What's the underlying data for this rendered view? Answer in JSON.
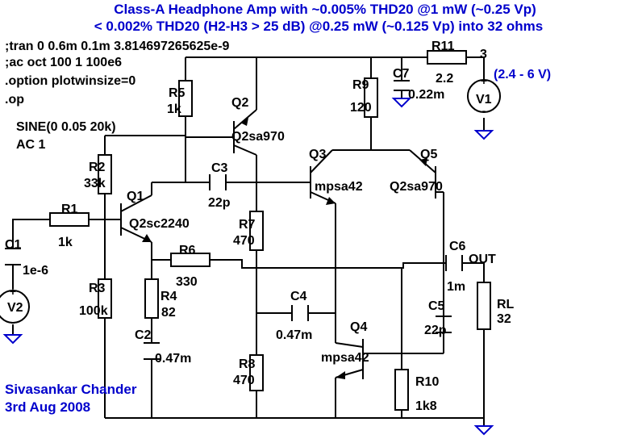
{
  "header": {
    "line1": "Class-A Headphone Amp with ~0.005% THD20 @1 mW (~0.25 Vp)",
    "line2": "< 0.002% THD20 (H2-H3 > 25 dB) @0.25 mW (~0.125 Vp) into 32 ohms"
  },
  "directives": [
    ";tran 0 0.6m 0.1m 3.814697265625e-9",
    ";ac oct 100 1 100e6",
    ".option plotwinsize=0",
    ".op"
  ],
  "source_spec": {
    "sine": "SINE(0 0.05 20k)",
    "ac": "AC 1"
  },
  "supply_note": "(2.4 - 6 V)",
  "node_labels": {
    "n3": "3",
    "out": "OUT"
  },
  "components": {
    "R1": {
      "name": "R1",
      "value": "1k"
    },
    "R2": {
      "name": "R2",
      "value": "33k"
    },
    "R3": {
      "name": "R3",
      "value": "100k"
    },
    "R4": {
      "name": "R4",
      "value": "82"
    },
    "R5": {
      "name": "R5",
      "value": "1k"
    },
    "R6": {
      "name": "R6",
      "value": "330"
    },
    "R7": {
      "name": "R7",
      "value": "470"
    },
    "R8": {
      "name": "R8",
      "value": "470"
    },
    "R9": {
      "name": "R9",
      "value": "120"
    },
    "R10": {
      "name": "R10",
      "value": "1k8"
    },
    "R11": {
      "name": "R11",
      "value": "2.2"
    },
    "RL": {
      "name": "RL",
      "value": "32"
    },
    "C1": {
      "name": "C1",
      "value": "1e-6"
    },
    "C2": {
      "name": "C2",
      "value": "0.47m"
    },
    "C3": {
      "name": "C3",
      "value": "22p"
    },
    "C4": {
      "name": "C4",
      "value": "0.47m"
    },
    "C5": {
      "name": "C5",
      "value": "22p"
    },
    "C6": {
      "name": "C6",
      "value": "1m"
    },
    "C7": {
      "name": "C7",
      "value": "0.22m"
    },
    "Q1": {
      "name": "Q1",
      "value": "Q2sc2240"
    },
    "Q2": {
      "name": "Q2",
      "value": "Q2sa970"
    },
    "Q3": {
      "name": "Q3",
      "value": "mpsa42"
    },
    "Q4": {
      "name": "Q4",
      "value": "mpsa42"
    },
    "Q5": {
      "name": "Q5",
      "value": "Q2sa970"
    },
    "V1": {
      "name": "V1"
    },
    "V2": {
      "name": "V2"
    }
  },
  "source_marks": {
    "plus": "+",
    "minus": "-"
  },
  "credits": {
    "author": "Sivasankar Chander",
    "date": "3rd Aug 2008"
  },
  "colors": {
    "ink": "#000000",
    "accent": "#0000cc",
    "background": "#ffffff"
  }
}
